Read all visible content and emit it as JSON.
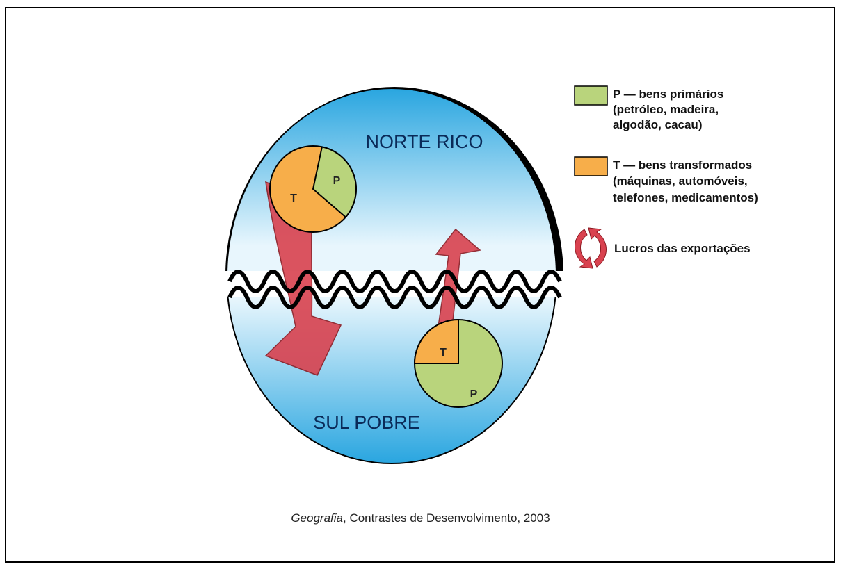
{
  "regions": {
    "north": "NORTE RICO",
    "south": "SUL POBRE"
  },
  "pies": {
    "north": {
      "p_label": "P",
      "t_label": "T",
      "p_share": 0.33,
      "t_share": 0.67
    },
    "south": {
      "p_label": "P",
      "t_label": "T",
      "p_share": 0.75,
      "t_share": 0.25
    }
  },
  "legend": {
    "primary": {
      "color": "#b9d47c",
      "lines": [
        "P — bens primários",
        "(petróleo, madeira,",
        "algodão, cacau)"
      ]
    },
    "transformed": {
      "color": "#f7ae4a",
      "lines": [
        "T — bens transformados",
        "(máquinas, automóveis,",
        "telefones, medicamentos)"
      ]
    },
    "profits": {
      "icon": "circular-arrows-icon",
      "color": "#d9424f",
      "label": "Lucros das exportações"
    }
  },
  "caption": {
    "italic": "Geografia",
    "rest": ", Contrastes de Desenvolvimento, 2003"
  }
}
